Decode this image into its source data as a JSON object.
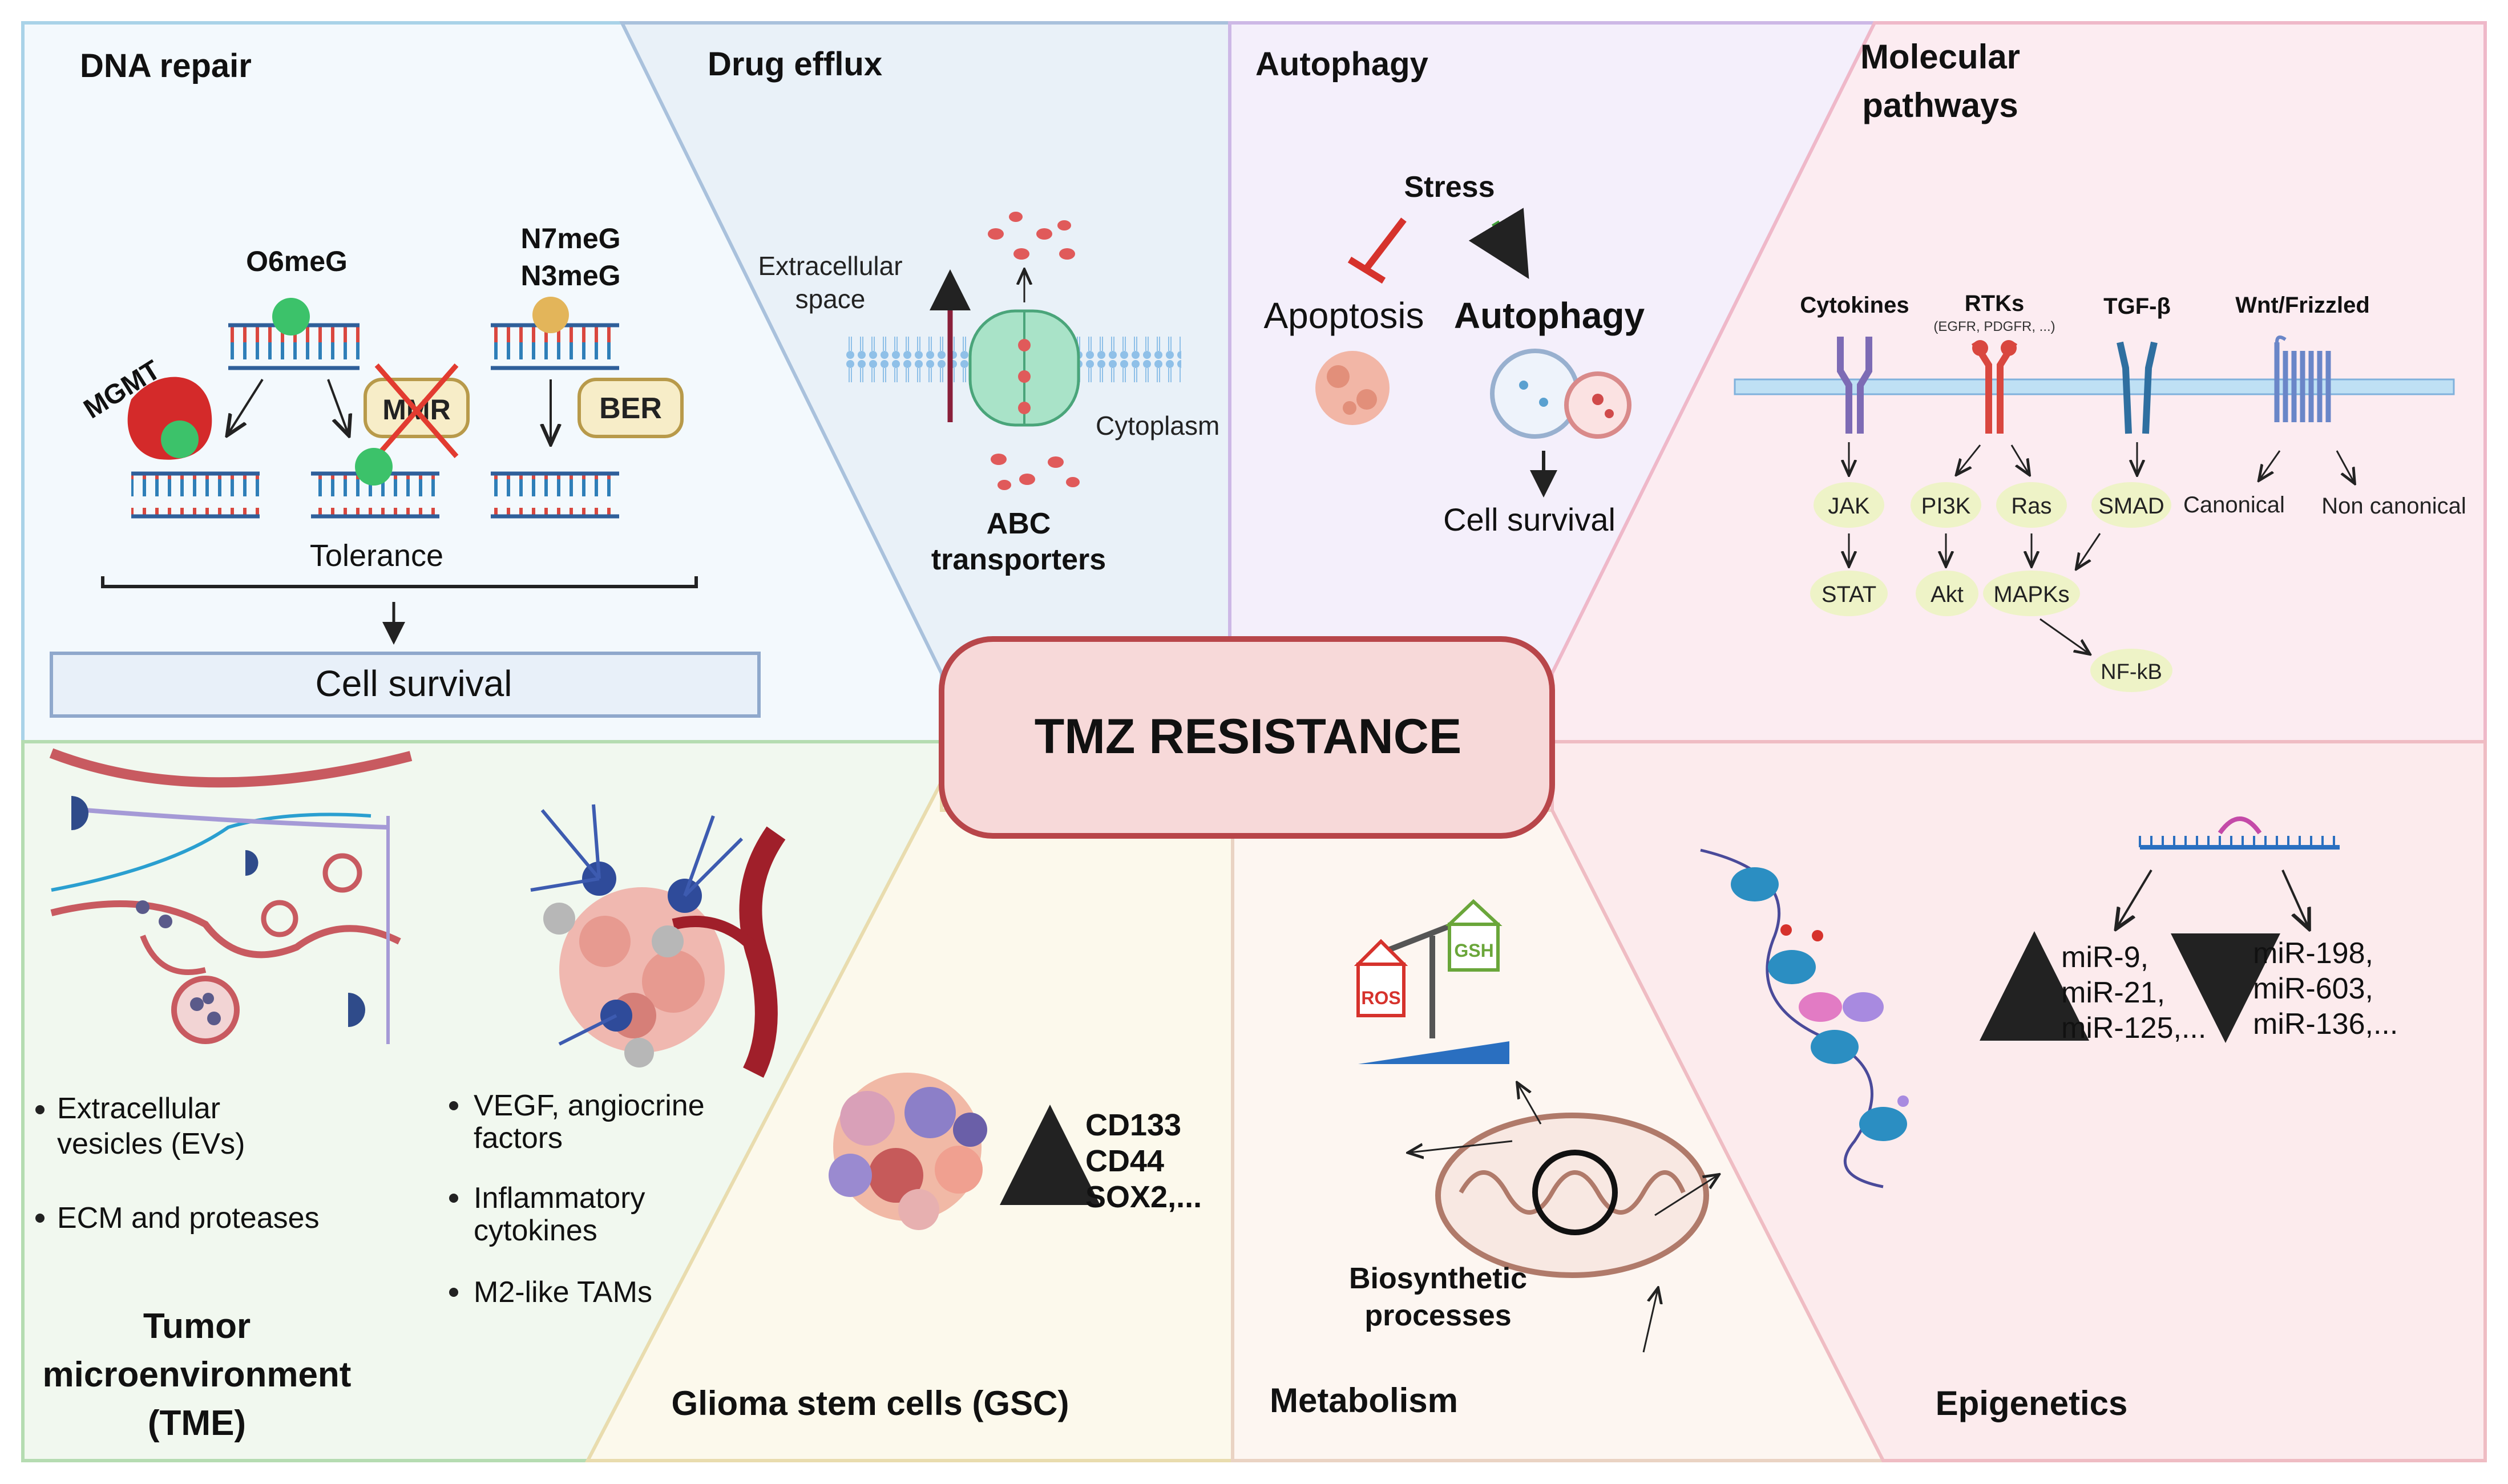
{
  "center": {
    "title": "TMZ RESISTANCE"
  },
  "dna_repair": {
    "title": "DNA repair",
    "o6meg": "O6meG",
    "n7meg": "N7meG",
    "n3meg": "N3meG",
    "mgmt": "MGMT",
    "mmr": "MMR",
    "ber": "BER",
    "tolerance": "Tolerance",
    "cell_survival": "Cell survival"
  },
  "drug_efflux": {
    "title": "Drug efflux",
    "extracellular_line1": "Extracellular",
    "extracellular_line2": "space",
    "cytoplasm": "Cytoplasm",
    "abc_line1": "ABC",
    "abc_line2": "transporters"
  },
  "autophagy": {
    "title": "Autophagy",
    "stress": "Stress",
    "apoptosis": "Apoptosis",
    "autophagy_label": "Autophagy",
    "cell_survival": "Cell survival"
  },
  "molecular": {
    "title_line1": "Molecular",
    "title_line2": "pathways",
    "cytokines": "Cytokines",
    "rtks": "RTKs",
    "rtks_sub": "(EGFR, PDGFR, ...)",
    "tgfb": "TGF-β",
    "wnt": "Wnt/Frizzled",
    "jak": "JAK",
    "stat": "STAT",
    "pi3k": "PI3K",
    "akt": "Akt",
    "ras": "Ras",
    "mapks": "MAPKs",
    "smad": "SMAD",
    "nfkb": "NF-kB",
    "canonical": "Canonical",
    "non_canonical": "Non canonical"
  },
  "tme": {
    "bullet1_line1": "Extracellular",
    "bullet1_line2": "vesicles (EVs)",
    "bullet2": "ECM and proteases",
    "bullet3_line1": "VEGF, angiocrine",
    "bullet3_line2": "factors",
    "bullet4_line1": "Inflammatory",
    "bullet4_line2": "cytokines",
    "bullet5": "M2-like TAMs",
    "title_line1": "Tumor",
    "title_line2": "microenvironment",
    "title_line3": "(TME)"
  },
  "gsc": {
    "markers": [
      "CD133",
      "CD44",
      "SOX2,..."
    ],
    "title": "Glioma stem cells (GSC)"
  },
  "metabolism": {
    "ros": "ROS",
    "gsh": "GSH",
    "biosynthetic_line1": "Biosynthetic",
    "biosynthetic_line2": "processes",
    "title": "Metabolism"
  },
  "epigenetics": {
    "up_mirs": [
      "miR-9,",
      "miR-21,",
      "miR-125,..."
    ],
    "down_mirs": [
      "miR-198,",
      "miR-603,",
      "miR-136,..."
    ],
    "title": "Epigenetics"
  },
  "colors": {
    "up_arrow": "#43a03a",
    "down_arrow": "#d6322c",
    "center_fill": "#f7d9d9",
    "center_stroke": "#b8464a",
    "membrane": "#7fb1dc"
  }
}
